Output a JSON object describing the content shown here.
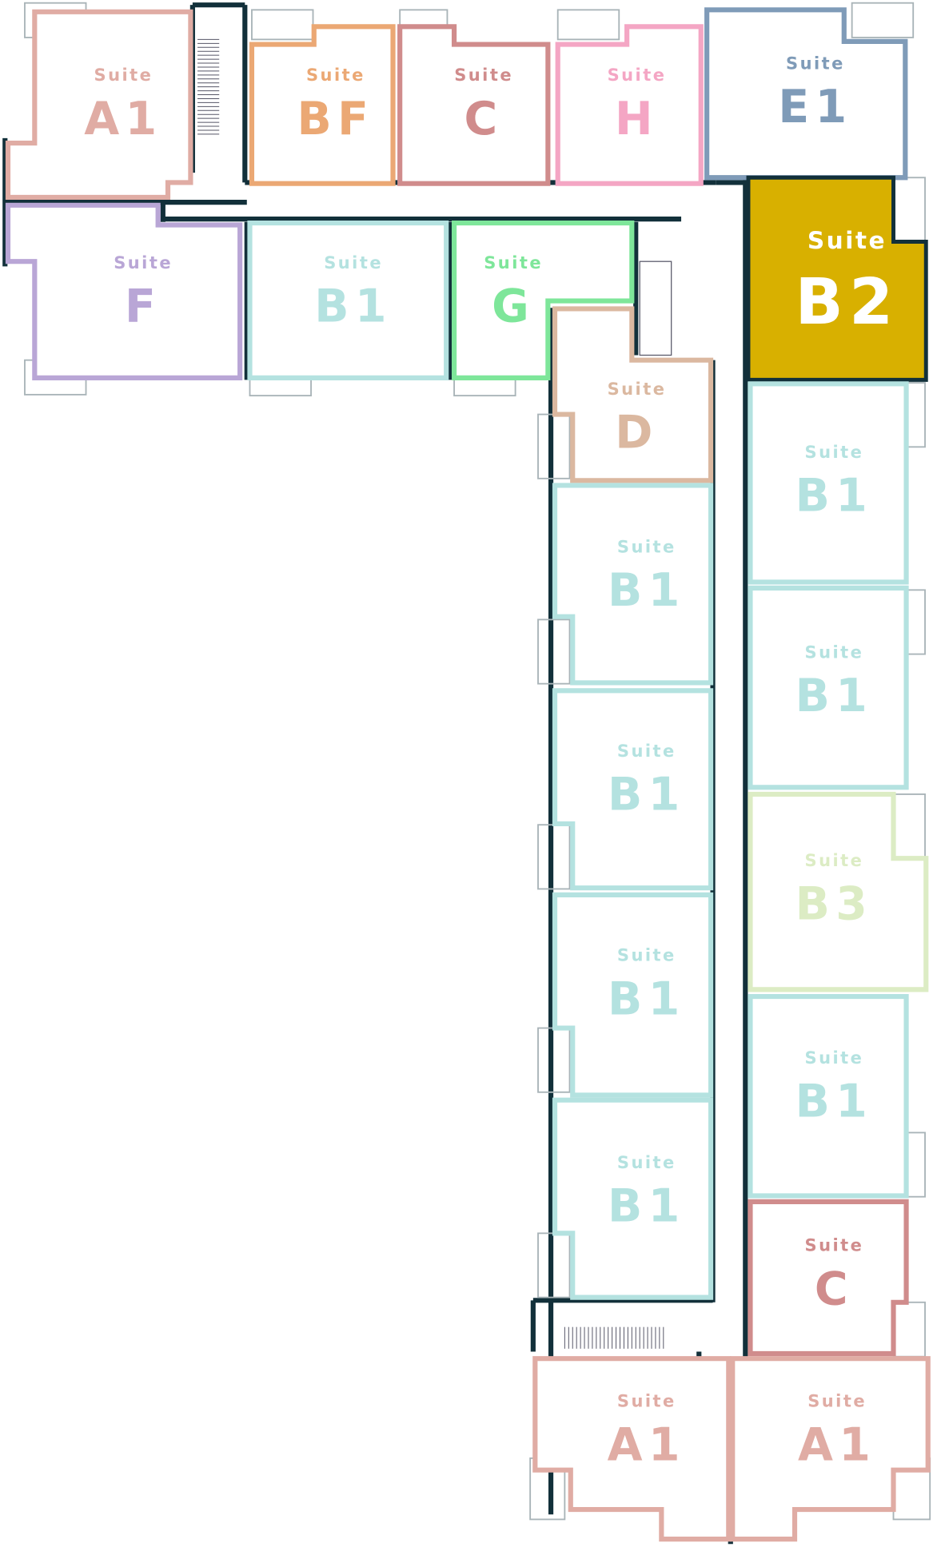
{
  "title": "Floor plan",
  "wall_color": "#12303a",
  "suites": [
    {
      "id": "a1-top",
      "word": "Suite",
      "code": "A1",
      "color": "#e0aca4",
      "highlighted": false
    },
    {
      "id": "bf",
      "word": "Suite",
      "code": "BF",
      "color": "#eba874",
      "highlighted": false
    },
    {
      "id": "c-top",
      "word": "Suite",
      "code": "C",
      "color": "#d08c8c",
      "highlighted": false
    },
    {
      "id": "h",
      "word": "Suite",
      "code": "H",
      "color": "#f4a6c4",
      "highlighted": false
    },
    {
      "id": "e1",
      "word": "Suite",
      "code": "E1",
      "color": "#7f9bb8",
      "highlighted": false
    },
    {
      "id": "f",
      "word": "Suite",
      "code": "F",
      "color": "#b9a6d6",
      "highlighted": false
    },
    {
      "id": "b1-top",
      "word": "Suite",
      "code": "B1",
      "color": "#b4e2e0",
      "highlighted": false
    },
    {
      "id": "g",
      "word": "Suite",
      "code": "G",
      "color": "#7ee69a",
      "highlighted": false
    },
    {
      "id": "b2",
      "word": "Suite",
      "code": "B2",
      "color": "#d8b000",
      "highlighted": true
    },
    {
      "id": "d",
      "word": "Suite",
      "code": "D",
      "color": "#dbb8a0",
      "highlighted": false
    },
    {
      "id": "b1-l1",
      "word": "Suite",
      "code": "B1",
      "color": "#b4e2e0",
      "highlighted": false
    },
    {
      "id": "b1-l2",
      "word": "Suite",
      "code": "B1",
      "color": "#b4e2e0",
      "highlighted": false
    },
    {
      "id": "b1-l3",
      "word": "Suite",
      "code": "B1",
      "color": "#b4e2e0",
      "highlighted": false
    },
    {
      "id": "b1-l4",
      "word": "Suite",
      "code": "B1",
      "color": "#b4e2e0",
      "highlighted": false
    },
    {
      "id": "b1-r1",
      "word": "Suite",
      "code": "B1",
      "color": "#b4e2e0",
      "highlighted": false
    },
    {
      "id": "b1-r2",
      "word": "Suite",
      "code": "B1",
      "color": "#b4e2e0",
      "highlighted": false
    },
    {
      "id": "b3",
      "word": "Suite",
      "code": "B3",
      "color": "#dcecc4",
      "highlighted": false
    },
    {
      "id": "b1-r3",
      "word": "Suite",
      "code": "B1",
      "color": "#b4e2e0",
      "highlighted": false
    },
    {
      "id": "c-right",
      "word": "Suite",
      "code": "C",
      "color": "#d08c8c",
      "highlighted": false
    },
    {
      "id": "a1-bl",
      "word": "Suite",
      "code": "A1",
      "color": "#e0aca4",
      "highlighted": false
    },
    {
      "id": "a1-br",
      "word": "Suite",
      "code": "A1",
      "color": "#e0aca4",
      "highlighted": false
    }
  ]
}
